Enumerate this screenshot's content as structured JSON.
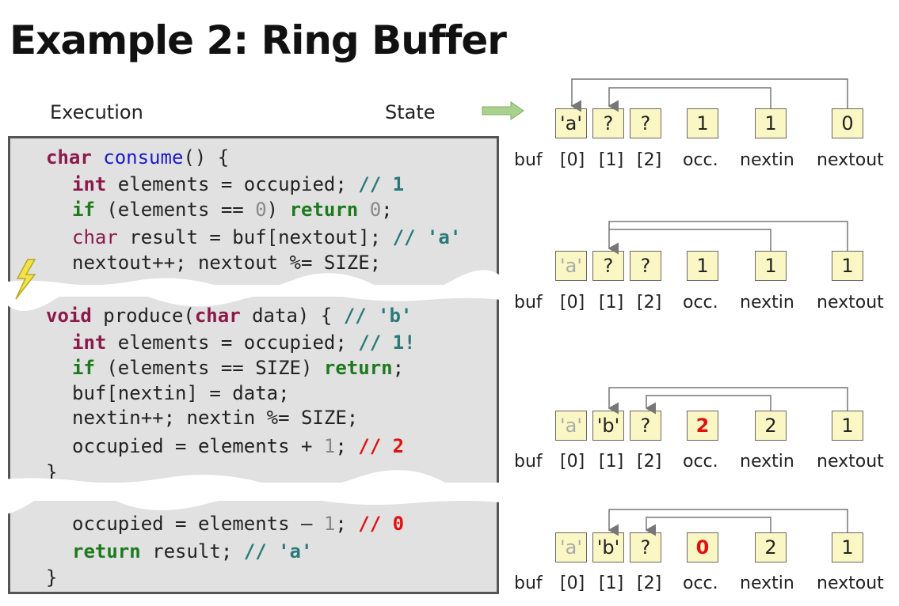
{
  "title": "Example 2: Ring Buffer",
  "headers": {
    "execution": "Execution",
    "state": "State"
  },
  "labels": {
    "buf": "buf",
    "i0": "[0]",
    "i1": "[1]",
    "i2": "[2]",
    "occ": "occ.",
    "nextin": "nextin",
    "nextout": "nextout"
  },
  "states": [
    {
      "buf": [
        "'a'",
        "?",
        "?"
      ],
      "occ": "1",
      "nextin": "1",
      "nextout": "0"
    },
    {
      "buf": [
        "'a'",
        "?",
        "?"
      ],
      "occ": "1",
      "nextin": "1",
      "nextout": "1"
    },
    {
      "buf": [
        "'a'",
        "'b'",
        "?"
      ],
      "occ": "2",
      "nextin": "2",
      "nextout": "1"
    },
    {
      "buf": [
        "'a'",
        "'b'",
        "?"
      ],
      "occ": "0",
      "nextin": "2",
      "nextout": "1"
    }
  ],
  "code": {
    "consume": {
      "l1_kw": "char",
      "l1_fn": "consume",
      "l1_rest": "() {",
      "l2_kw": "int",
      "l2_rest": " elements = occupied; ",
      "l2_cmt": "// 1",
      "l3_kw": "if",
      "l3_mid": " (elements == ",
      "l3_lit": "0",
      "l3_mid2": ") ",
      "l3_kw2": "return",
      "l3_sp": " ",
      "l3_lit2": "0",
      "l3_end": ";",
      "l4_kw": "char",
      "l4_rest": " result = buf[nextout]; ",
      "l4_cmt": "// 'a'",
      "l5": "nextout++; nextout %= SIZE;"
    },
    "produce": {
      "l1_kw": "void",
      "l1_mid": " produce(",
      "l1_kw2": "char",
      "l1_rest": " data) { ",
      "l1_cmt": "// 'b'",
      "l2_kw": "int",
      "l2_rest": " elements = occupied; ",
      "l2_cmt": "// 1!",
      "l3_kw": "if",
      "l3_mid": " (elements == SIZE) ",
      "l3_kw2": "return",
      "l3_end": ";",
      "l4": "buf[nextin] = data;",
      "l5": "nextin++; nextin %= SIZE;",
      "l6_a": "occupied = elements + ",
      "l6_lit": "1",
      "l6_b": "; ",
      "l6_cmt": "// 2",
      "l7": "}"
    },
    "resume": {
      "l1_a": "occupied = elements – ",
      "l1_lit": "1",
      "l1_b": "; ",
      "l1_cmt": "// 0",
      "l2_kw": "return",
      "l2_rest": " result; ",
      "l2_cmt": "// 'a'",
      "l3": "}"
    }
  },
  "colors": {
    "cell_fill": "#fbf7c5",
    "panel": "#e1e1e1",
    "accent_red": "#e01010",
    "arrow_green": "#a9d18e",
    "lightning": "#f2e34a"
  }
}
